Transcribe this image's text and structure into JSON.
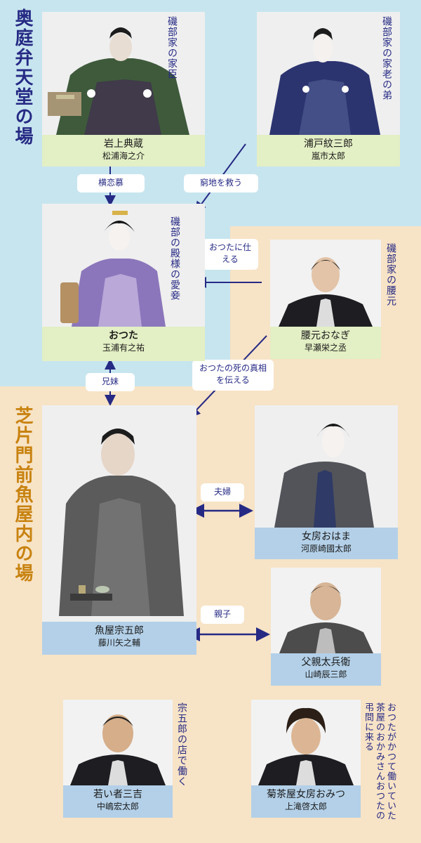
{
  "scenes": {
    "upper": "奥庭弁天堂の場",
    "lower": "芝片門前魚屋内の場"
  },
  "characters": {
    "iwakami": {
      "role": "岩上典蔵",
      "actor": "松浦海之介",
      "desc": "磯部家の家臣"
    },
    "urado": {
      "role": "浦戸紋三郎",
      "actor": "嵐市太郎",
      "desc": "磯部家の家老の弟"
    },
    "otsuta": {
      "role": "おつた",
      "actor": "玉浦有之祐",
      "desc": "磯部の殿様の愛妾"
    },
    "koshimoto": {
      "role": "腰元おなぎ",
      "actor": "早瀬栄之丞",
      "desc": "磯部家の腰元"
    },
    "sogoro": {
      "role": "魚屋宗五郎",
      "actor": "藤川矢之輔"
    },
    "ohama": {
      "role": "女房おはま",
      "actor": "河原崎國太郎"
    },
    "tahei": {
      "role": "父親太兵衛",
      "actor": "山崎辰三郎"
    },
    "sankichi": {
      "role": "若い者三吉",
      "actor": "中嶋宏太郎",
      "desc": "宗五郎の店で働く"
    },
    "omitsu": {
      "role": "菊茶屋女房おみつ",
      "actor": "上滝啓太郎",
      "desc": "おつたがかつて働いていた茶屋のおかみさんおつたの弔問に来る"
    }
  },
  "relations": {
    "yokorenbo": "横恋慕",
    "kyuuchi": "窮地を救う",
    "tsukaeru": "おつたに仕える",
    "kyoudai": "兄妹",
    "shinsou": "おつたの死の真相を伝える",
    "fuufu": "夫婦",
    "oyako": "親子"
  },
  "colors": {
    "navy": "#262a84",
    "orange": "#c8820f",
    "sky": "#c7e5ef",
    "peach": "#f7e3c6",
    "green_plate": "#e3efc4",
    "blue_plate": "#b3d0e8"
  }
}
